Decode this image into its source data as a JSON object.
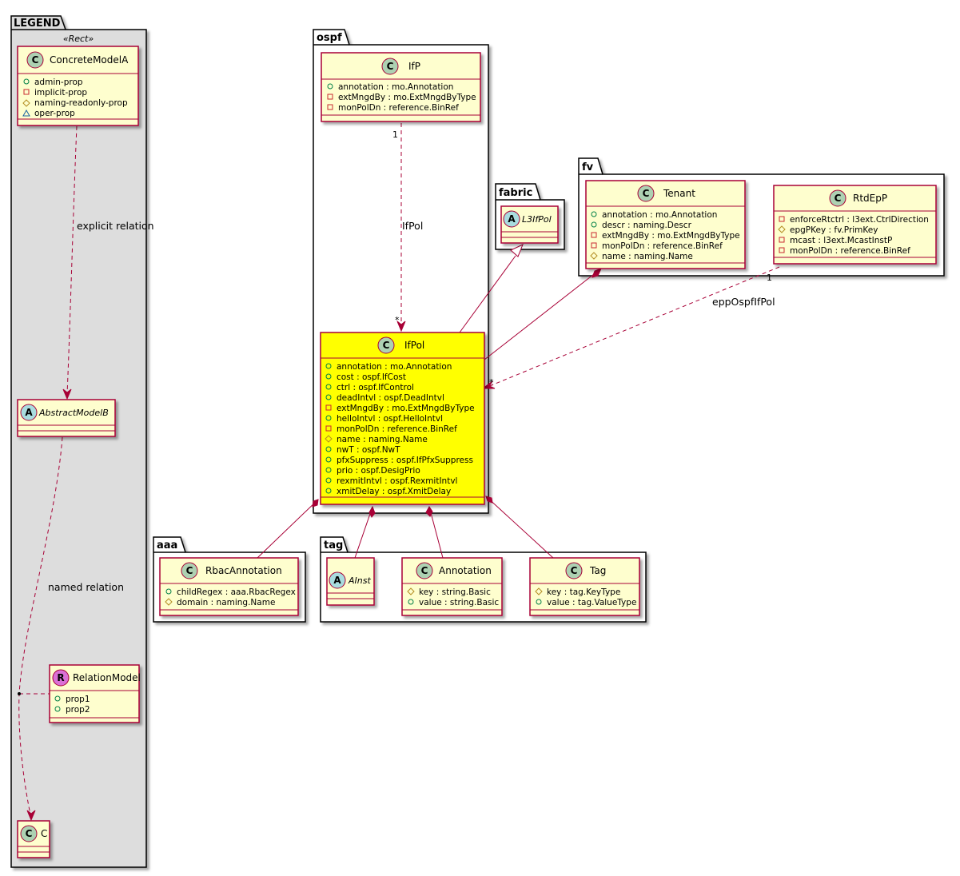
{
  "packages": {
    "legend": "LEGEND",
    "ospf": "ospf",
    "fabric": "fabric",
    "fv": "fv",
    "aaa": "aaa",
    "tag": "tag"
  },
  "legend": {
    "stereotype": "«Rect»",
    "concrete": {
      "name": "ConcreteModelA",
      "attrs": [
        "admin-prop",
        "implicit-prop",
        "naming-readonly-prop",
        "oper-prop"
      ]
    },
    "abstract": {
      "name": "AbstractModelB"
    },
    "relation": {
      "name": "RelationModel",
      "attrs": [
        "prop1",
        "prop2"
      ]
    },
    "c": {
      "name": "C"
    },
    "explicit_relation": "explicit relation",
    "named_relation": "named relation"
  },
  "classes": {
    "ifp": {
      "name": "IfP",
      "attrs": [
        "annotation : mo.Annotation",
        "extMngdBy : mo.ExtMngdByType",
        "monPolDn : reference.BinRef"
      ]
    },
    "ifpol": {
      "name": "IfPol",
      "attrs": [
        "annotation : mo.Annotation",
        "cost : ospf.IfCost",
        "ctrl : ospf.IfControl",
        "deadIntvl : ospf.DeadIntvl",
        "extMngdBy : mo.ExtMngdByType",
        "helloIntvl : ospf.HelloIntvl",
        "monPolDn : reference.BinRef",
        "name : naming.Name",
        "nwT : ospf.NwT",
        "pfxSuppress : ospf.IfPfxSuppress",
        "prio : ospf.DesigPrio",
        "rexmitIntvl : ospf.RexmitIntvl",
        "xmitDelay : ospf.XmitDelay"
      ]
    },
    "l3ifpol": {
      "name": "L3IfPol"
    },
    "tenant": {
      "name": "Tenant",
      "attrs": [
        "annotation : mo.Annotation",
        "descr : naming.Descr",
        "extMngdBy : mo.ExtMngdByType",
        "monPolDn : reference.BinRef",
        "name : naming.Name"
      ]
    },
    "rtdepp": {
      "name": "RtdEpP",
      "attrs": [
        "enforceRtctrl : l3ext.CtrlDirection",
        "epgPKey : fv.PrimKey",
        "mcast : l3ext.McastInstP",
        "monPolDn : reference.BinRef"
      ]
    },
    "rbac": {
      "name": "RbacAnnotation",
      "attrs": [
        "childRegex : aaa.RbacRegex",
        "domain : naming.Name"
      ]
    },
    "ainst": {
      "name": "AInst"
    },
    "annotation": {
      "name": "Annotation",
      "attrs": [
        "key : string.Basic",
        "value : string.Basic"
      ]
    },
    "tag": {
      "name": "Tag",
      "attrs": [
        "key : tag.KeyType",
        "value : tag.ValueType"
      ]
    }
  },
  "relations": {
    "ifpol_label": "IfPol",
    "ifp_mult": "1",
    "ifpol_mult": "*",
    "epp_label": "eppOspfIfPol",
    "rtdepp_mult": "1",
    "ifpol_mult2": "*"
  },
  "colors": {
    "class_fill": "#FEFECE",
    "class_border": "#A80036",
    "highlight_fill": "#FFFF00",
    "legend_bg": "#DDDDDD",
    "circle_c": "#ADD1B2",
    "circle_a": "#A9DCDF",
    "circle_r": "#DA70D6",
    "line": "#A80036"
  },
  "icons": {
    "public": "circle-visibility-icon",
    "private": "square-visibility-icon",
    "protected": "diamond-visibility-icon",
    "package": "triangle-visibility-icon"
  }
}
